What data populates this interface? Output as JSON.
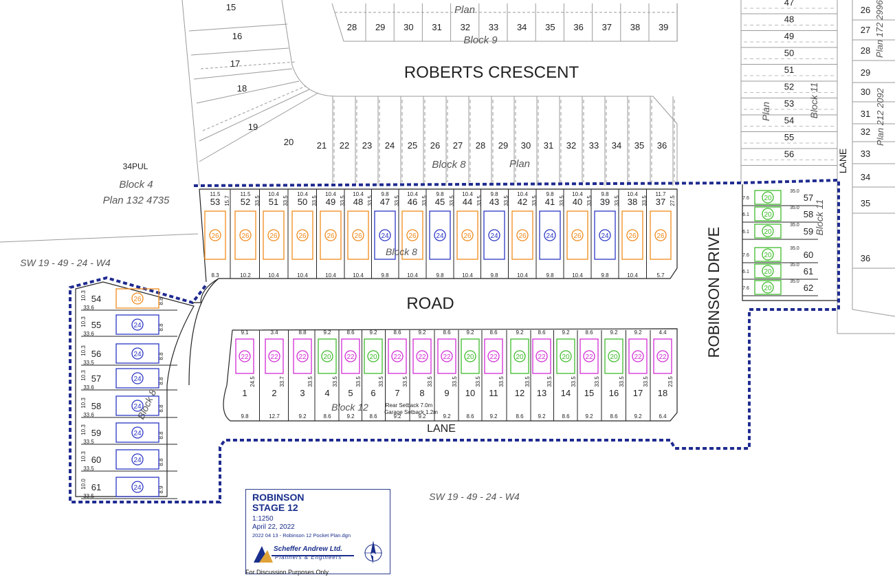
{
  "streets": {
    "roberts_crescent": "ROBERTS CRESCENT",
    "road": "ROAD",
    "robinson_drive": "ROBINSON DRIVE",
    "lane_bottom": "LANE",
    "lane_right": "LANE"
  },
  "labels": {
    "plan_top": "Plan",
    "block9": "Block 9",
    "block8_mid": "Block 8",
    "plan_mid": "Plan",
    "pul": "34PUL",
    "block4": "Block 4",
    "plan4": "Plan 132 4735",
    "sw_left": "SW 19 - 49 - 24 - W4",
    "sw_bottom": "SW 19 - 49 - 24 - W4",
    "block8_stage": "Block 8",
    "block8_west": "Block 8",
    "block12": "Block 12",
    "block11_top": "Block 11",
    "plan_right": "Plan",
    "block11_stage": "Block 11",
    "plan1722996": "Plan 172 2996",
    "plan2122092": "Plan 212 2092",
    "rear_setback": "Rear Setback 7.0m",
    "garage_setback": "Garage Setback 1.2m"
  },
  "colors": {
    "orange": "#f08a1a",
    "blue": "#2a35c4",
    "green": "#3dbb2a",
    "magenta": "#d22ad6",
    "boundary": "#1f2b8f",
    "lines": "#9a9a9a"
  },
  "block9_lots": [
    "28",
    "29",
    "30",
    "31",
    "32",
    "33",
    "34",
    "35",
    "36",
    "37",
    "38",
    "39"
  ],
  "crescent_west_lots": [
    "15",
    "16",
    "17",
    "18",
    "19",
    "20"
  ],
  "block8_existing_lots": [
    "21",
    "22",
    "23",
    "24",
    "25",
    "26",
    "27",
    "28",
    "29",
    "30",
    "31",
    "32",
    "33",
    "34",
    "35",
    "36"
  ],
  "block11_existing_lots": [
    "47",
    "48",
    "49",
    "50",
    "51",
    "52",
    "53",
    "54",
    "55",
    "56"
  ],
  "plan_east_lots": [
    "26",
    "27",
    "28",
    "29",
    "30",
    "31",
    "32",
    "33",
    "34",
    "35",
    "36"
  ],
  "stage_block8_north": [
    {
      "lot": "53",
      "front": "11.5",
      "rear": "8.3",
      "house": "26",
      "color": "orange",
      "depth": "15.7"
    },
    {
      "lot": "52",
      "front": "11.5",
      "rear": "10.2",
      "house": "26",
      "color": "orange",
      "depth": "33.5"
    },
    {
      "lot": "51",
      "front": "10.4",
      "rear": "10.4",
      "house": "26",
      "color": "orange",
      "depth": "33.5"
    },
    {
      "lot": "50",
      "front": "10.4",
      "rear": "10.4",
      "house": "26",
      "color": "orange",
      "depth": "33.5"
    },
    {
      "lot": "49",
      "front": "10.4",
      "rear": "10.4",
      "house": "26",
      "color": "orange",
      "depth": "33.5"
    },
    {
      "lot": "48",
      "front": "10.4",
      "rear": "10.4",
      "house": "26",
      "color": "orange",
      "depth": "33.5"
    },
    {
      "lot": "47",
      "front": "9.8",
      "rear": "9.8",
      "house": "24",
      "color": "blue",
      "depth": "33.5"
    },
    {
      "lot": "46",
      "front": "10.4",
      "rear": "10.4",
      "house": "26",
      "color": "orange",
      "depth": "33.5"
    },
    {
      "lot": "45",
      "front": "9.8",
      "rear": "9.8",
      "house": "24",
      "color": "blue",
      "depth": "33.5"
    },
    {
      "lot": "44",
      "front": "10.4",
      "rear": "10.4",
      "house": "26",
      "color": "orange",
      "depth": "33.5"
    },
    {
      "lot": "43",
      "front": "9.8",
      "rear": "9.8",
      "house": "24",
      "color": "blue",
      "depth": "33.5"
    },
    {
      "lot": "42",
      "front": "10.4",
      "rear": "10.4",
      "house": "26",
      "color": "orange",
      "depth": "33.5"
    },
    {
      "lot": "41",
      "front": "9.8",
      "rear": "9.8",
      "house": "24",
      "color": "blue",
      "depth": "33.5"
    },
    {
      "lot": "40",
      "front": "10.4",
      "rear": "10.4",
      "house": "26",
      "color": "orange",
      "depth": "33.5"
    },
    {
      "lot": "39",
      "front": "9.8",
      "rear": "9.8",
      "house": "24",
      "color": "blue",
      "depth": "33.5"
    },
    {
      "lot": "38",
      "front": "10.4",
      "rear": "10.4",
      "house": "26",
      "color": "orange",
      "depth": "33.5"
    },
    {
      "lot": "37",
      "front": "11.7",
      "rear": "5.7",
      "house": "26",
      "color": "orange",
      "depth": "27.5"
    }
  ],
  "stage_block12": [
    {
      "lot": "1",
      "front": "9.1",
      "rear": "9.8",
      "house": "22",
      "color": "magenta",
      "depth": "24.5"
    },
    {
      "lot": "2",
      "front": "3.4",
      "rear": "12.7",
      "house": "22",
      "color": "magenta",
      "depth": "33.7"
    },
    {
      "lot": "3",
      "front": "8.8",
      "rear": "9.2",
      "house": "22",
      "color": "magenta",
      "depth": "33.5"
    },
    {
      "lot": "4",
      "front": "9.2",
      "rear": "8.6",
      "house": "20",
      "color": "green",
      "depth": "33.5"
    },
    {
      "lot": "5",
      "front": "8.6",
      "rear": "9.2",
      "house": "22",
      "color": "magenta",
      "depth": "33.5"
    },
    {
      "lot": "6",
      "front": "9.2",
      "rear": "8.6",
      "house": "20",
      "color": "green",
      "depth": "33.5"
    },
    {
      "lot": "7",
      "front": "8.6",
      "rear": "9.2",
      "house": "22",
      "color": "magenta",
      "depth": "33.5"
    },
    {
      "lot": "8",
      "front": "9.2",
      "rear": "9.2",
      "house": "22",
      "color": "magenta",
      "depth": "33.5"
    },
    {
      "lot": "9",
      "front": "8.6",
      "rear": "9.2",
      "house": "22",
      "color": "magenta",
      "depth": "33.5"
    },
    {
      "lot": "10",
      "front": "9.2",
      "rear": "8.6",
      "house": "20",
      "color": "green",
      "depth": "33.5"
    },
    {
      "lot": "11",
      "front": "8.6",
      "rear": "9.2",
      "house": "22",
      "color": "magenta",
      "depth": "33.5"
    },
    {
      "lot": "12",
      "front": "9.2",
      "rear": "8.6",
      "house": "20",
      "color": "green",
      "depth": "33.5"
    },
    {
      "lot": "13",
      "front": "8.6",
      "rear": "9.2",
      "house": "22",
      "color": "magenta",
      "depth": "33.5"
    },
    {
      "lot": "14",
      "front": "9.2",
      "rear": "8.6",
      "house": "20",
      "color": "green",
      "depth": "33.5"
    },
    {
      "lot": "15",
      "front": "8.6",
      "rear": "9.2",
      "house": "22",
      "color": "magenta",
      "depth": "33.5"
    },
    {
      "lot": "16",
      "front": "9.2",
      "rear": "8.6",
      "house": "20",
      "color": "green",
      "depth": "33.5"
    },
    {
      "lot": "17",
      "front": "9.2",
      "rear": "9.2",
      "house": "22",
      "color": "magenta",
      "depth": "33.5"
    },
    {
      "lot": "18",
      "front": "4.4",
      "rear": "6.4",
      "house": "22",
      "color": "magenta",
      "depth": "23.5"
    }
  ],
  "stage_block8_west": [
    {
      "lot": "54",
      "house": "26",
      "color": "orange",
      "front": "10.3",
      "depth": "33.6",
      "rear": "8.8"
    },
    {
      "lot": "55",
      "house": "24",
      "color": "blue",
      "front": "10.3",
      "depth": "33.6",
      "rear": "8.8"
    },
    {
      "lot": "56",
      "house": "24",
      "color": "blue",
      "front": "10.3",
      "depth": "33.5",
      "rear": "8.8"
    },
    {
      "lot": "57",
      "house": "24",
      "color": "blue",
      "front": "10.3",
      "depth": "33.6",
      "rear": "8.8"
    },
    {
      "lot": "58",
      "house": "24",
      "color": "blue",
      "front": "10.3",
      "depth": "33.6",
      "rear": "8.8"
    },
    {
      "lot": "59",
      "house": "24",
      "color": "blue",
      "front": "10.3",
      "depth": "33.5",
      "rear": "8.8"
    },
    {
      "lot": "60",
      "house": "24",
      "color": "blue",
      "front": "10.3",
      "depth": "33.5",
      "rear": "8.8"
    },
    {
      "lot": "61",
      "house": "24",
      "color": "blue",
      "front": "10.0",
      "depth": "33.5",
      "rear": "8.9"
    }
  ],
  "stage_block11": [
    {
      "lot": "57",
      "house": "20",
      "color": "green",
      "front": "7.6",
      "depth": "35.0"
    },
    {
      "lot": "58",
      "house": "20",
      "color": "green",
      "front": "6.1",
      "depth": "35.0"
    },
    {
      "lot": "59",
      "house": "20",
      "color": "green",
      "front": "6.1",
      "depth": "35.0"
    },
    {
      "lot": "60",
      "house": "20",
      "color": "green",
      "front": "7.6",
      "depth": "35.0"
    },
    {
      "lot": "61",
      "house": "20",
      "color": "green",
      "front": "6.1",
      "depth": "35.0"
    },
    {
      "lot": "62",
      "house": "20",
      "color": "green",
      "front": "7.6",
      "depth": "35.0"
    }
  ],
  "title_block": {
    "project": "ROBINSON",
    "stage": "STAGE 12",
    "scale": "1:1250",
    "date": "April 22, 2022",
    "file": "2022 04 13 - Robinson 12 Pocket Plan.dgn",
    "firm": "Scheffer Andrew Ltd.",
    "firm_sub": "Planners & Engineers",
    "disclaimer": "For Discussion Purposes Only"
  }
}
